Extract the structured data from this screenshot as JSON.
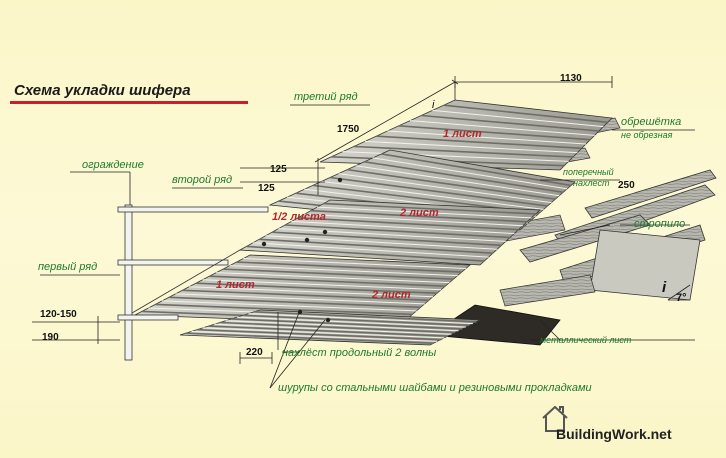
{
  "title": "Схема укладки шифера",
  "labels": {
    "third_row": "третий ряд",
    "second_row": "второй ряд",
    "first_row": "первый ряд",
    "fence": "ограждение",
    "lathing": "обрешётка",
    "lathing_note": "не обрезная",
    "cross_overlap_l1": "поперечный",
    "cross_overlap_l2": "нахлест",
    "rafter": "стропило",
    "metal_sheet": "металлический лист",
    "long_overlap": "нахлёст продольный 2 волны",
    "screws": "шурупы со стальными шайбами и резиновыми прокладками"
  },
  "dimensions": {
    "d1130": "1130",
    "d1750": "1750",
    "d125a": "125",
    "d125b": "125",
    "d250": "250",
    "d120_150": "120-150",
    "d190": "190",
    "d220": "220",
    "slope_symbol": "i",
    "slope_symbol2": "i",
    "angle": "7°"
  },
  "sheets": {
    "s1_top": "1 лист",
    "half": "1/2 листа",
    "s2_mid": "2 лист",
    "s1_bottom": "1 лист",
    "s2_bottom": "2 лист"
  },
  "brand": "BuildingWork.net",
  "colors": {
    "background": "#fbf6c8",
    "green_text": "#1d7a2d",
    "red_text": "#b3262b",
    "title_underline": "#c8202b"
  }
}
